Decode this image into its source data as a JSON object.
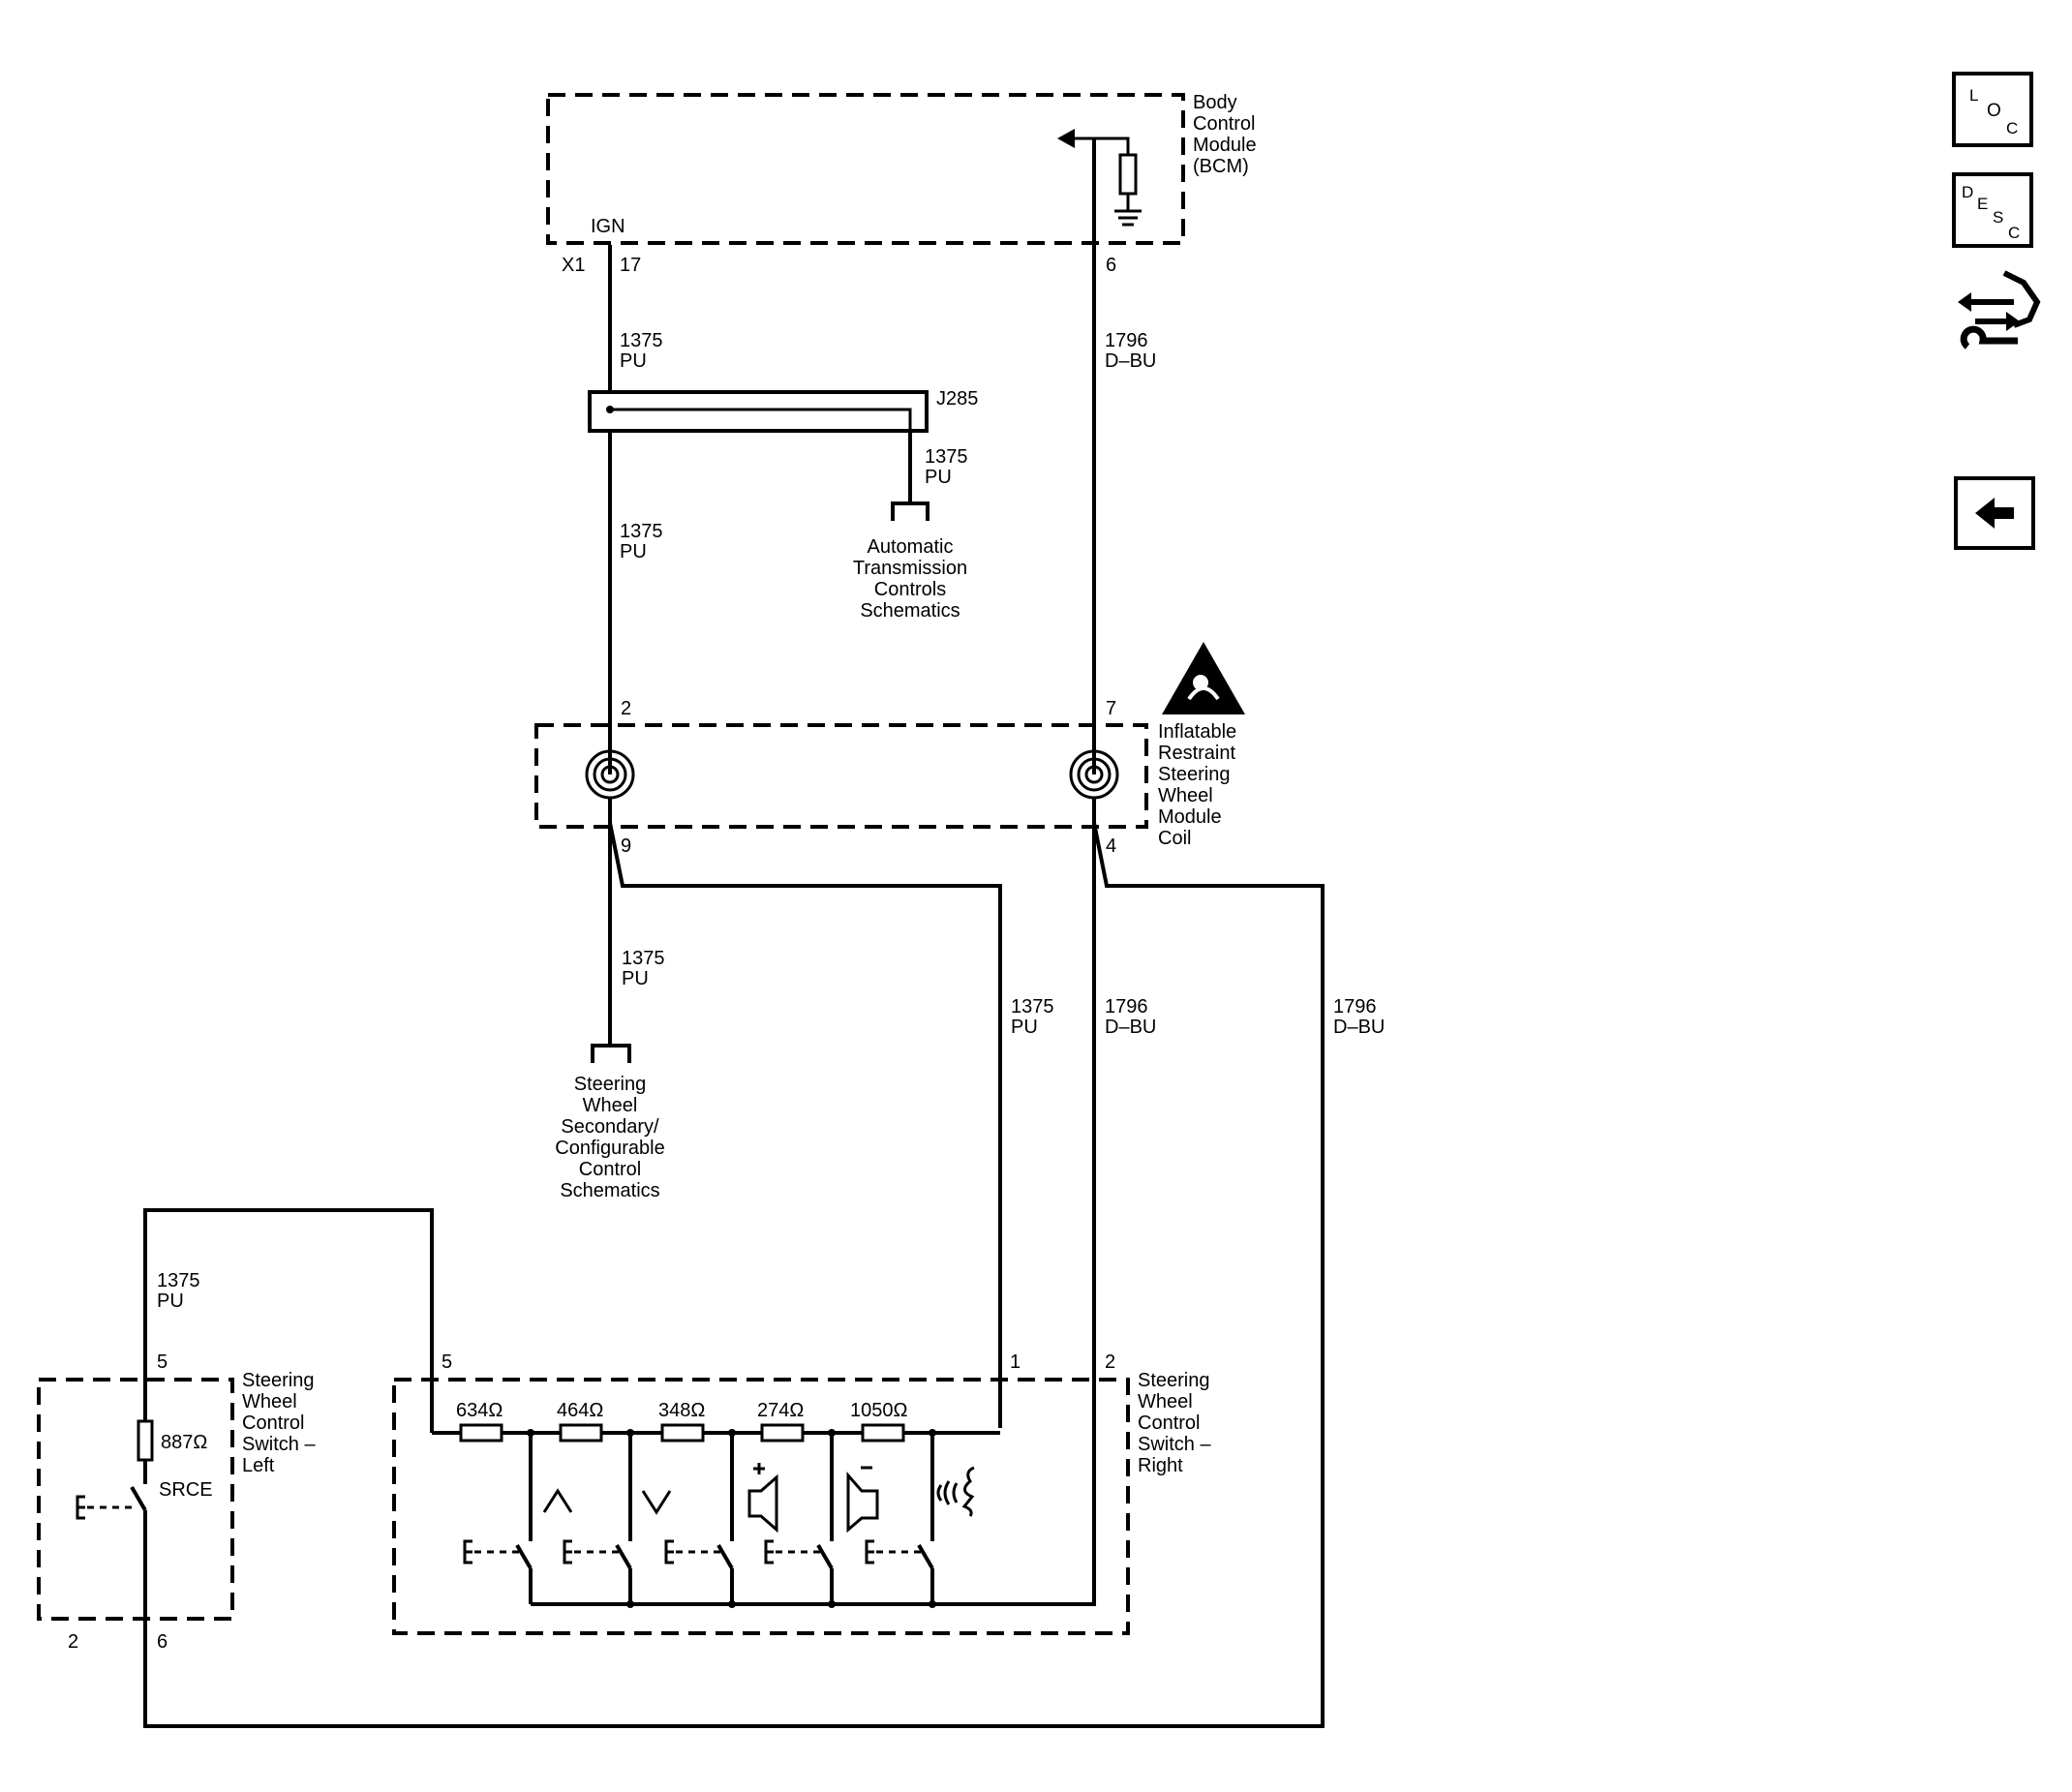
{
  "bcm": {
    "label": [
      "Body",
      "Control",
      "Module",
      "(BCM)"
    ],
    "ign": "IGN",
    "connector": "X1",
    "pin_ign": "17",
    "pin_out": "6"
  },
  "wire_labels": {
    "w1375_pu_a": [
      "1375",
      "PU"
    ],
    "w1796_dbu_a": [
      "1796",
      "D–BU"
    ],
    "w1375_pu_b": [
      "1375",
      "PU"
    ],
    "w1375_pu_c": [
      "1375",
      "PU"
    ],
    "w1375_pu_d": [
      "1375",
      "PU"
    ],
    "w1375_pu_e": [
      "1375",
      "PU"
    ],
    "w1796_dbu_b": [
      "1796",
      "D–BU"
    ],
    "w1796_dbu_c": [
      "1796",
      "D–BU"
    ],
    "w1375_pu_f": [
      "1375",
      "PU"
    ]
  },
  "splice": "J285",
  "atc_ref": [
    "Automatic",
    "Transmission",
    "Controls",
    "Schematics"
  ],
  "coil": {
    "label": [
      "Inflatable",
      "Restraint",
      "Steering",
      "Wheel",
      "Module",
      "Coil"
    ],
    "pins": {
      "top_left": "2",
      "top_right": "7",
      "bottom_left": "9",
      "bottom_right": "4"
    }
  },
  "swsc_ref": [
    "Steering",
    "Wheel",
    "Secondary/",
    "Configurable",
    "Control",
    "Schematics"
  ],
  "left_switch": {
    "label": [
      "Steering",
      "Wheel",
      "Control",
      "Switch –",
      "Left"
    ],
    "resistor": "887Ω",
    "switch_name": "SRCE",
    "pins": {
      "top": "5",
      "bottom_left": "2",
      "bottom_right": "6"
    }
  },
  "right_switch": {
    "label": [
      "Steering",
      "Wheel",
      "Control",
      "Switch –",
      "Right"
    ],
    "resistors": [
      "634Ω",
      "464Ω",
      "348Ω",
      "274Ω",
      "1050Ω"
    ],
    "pins": {
      "left": "5",
      "mid": "1",
      "right": "2"
    }
  },
  "side_icons": [
    "loc-icon",
    "desc-icon",
    "connector-repair-icon",
    "back-arrow-icon"
  ],
  "side_icon_text": {
    "loc": [
      "L",
      "O",
      "C"
    ],
    "desc": [
      "D",
      "E",
      "S",
      "C"
    ]
  }
}
